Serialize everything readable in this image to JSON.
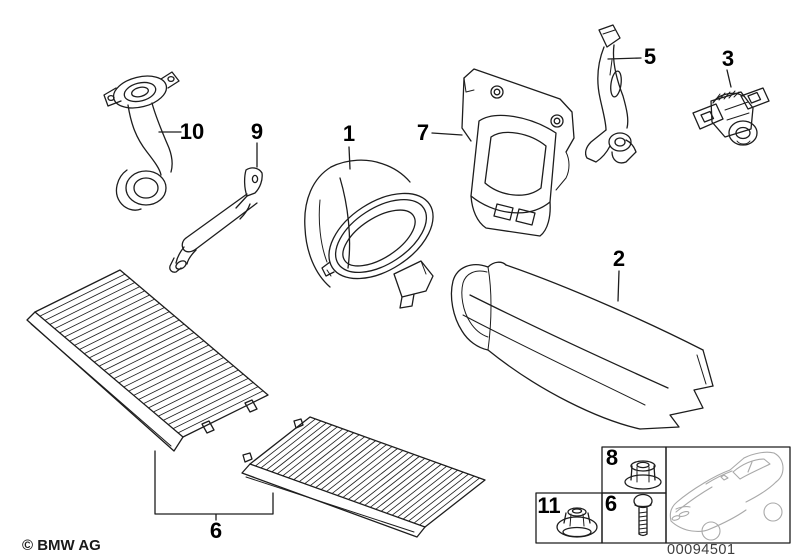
{
  "diagram": {
    "type": "parts-catalog-exploded-drawing",
    "footer": {
      "copyright": "© BMW AG",
      "diagram_code": "00094501"
    },
    "callouts": {
      "part1": "1",
      "part2": "2",
      "part3": "3",
      "part5": "5",
      "part6_filters": "6",
      "part6_bolt": "6",
      "part7": "7",
      "part8": "8",
      "part9": "9",
      "part10": "10",
      "part11": "11"
    },
    "icons": {
      "car_thumbnail": "bmw-sedan-3quarter-outline-icon",
      "part8_icon": "flange-nut-icon",
      "part11_icon": "sealing-nut-icon",
      "part6_icon": "hex-bolt-icon"
    },
    "colors": {
      "background": "#ffffff",
      "line_art": "#1d1d1d",
      "car_outline": "#a9a9a9",
      "code_text": "#3d3d3d",
      "label_text": "#000000"
    }
  }
}
